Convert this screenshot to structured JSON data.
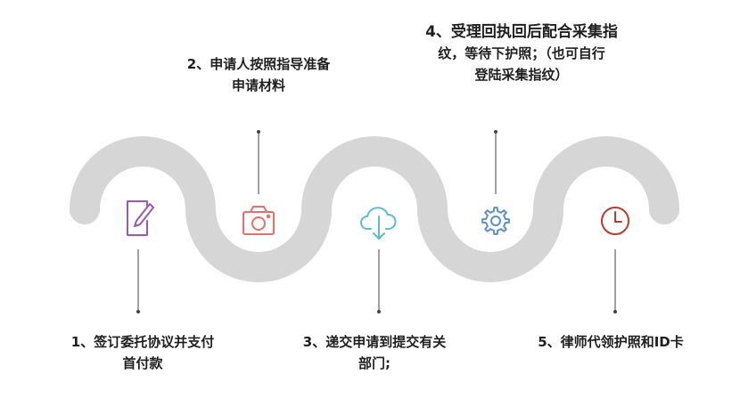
{
  "colors": {
    "wave": "#d6d6d6",
    "connector": "#444444",
    "text": "#1f1f1f",
    "step1_icon": "#9b59b6",
    "step2_icon": "#e8706a",
    "step3_icon": "#5bbcd6",
    "step4_icon": "#5b8fd6",
    "step5_icon": "#c0392b"
  },
  "steps": [
    {
      "id": 1,
      "icon": "edit-document-icon",
      "lines": [
        "1、签订委托协议并支付",
        "首付款"
      ]
    },
    {
      "id": 2,
      "icon": "camera-icon",
      "lines": [
        "2、申请人按照指导准备",
        "申请材料"
      ]
    },
    {
      "id": 3,
      "icon": "cloud-download-icon",
      "lines": [
        "3、递交申请到提交有关",
        "部门;"
      ]
    },
    {
      "id": 4,
      "icon": "gear-icon",
      "lines": [
        "4、受理回执回后配合采集指",
        "纹，等待下护照；（也可自行",
        "登陆采集指纹）"
      ]
    },
    {
      "id": 5,
      "icon": "clock-icon",
      "lines": [
        "5、律师代领护照和ID卡"
      ]
    }
  ]
}
